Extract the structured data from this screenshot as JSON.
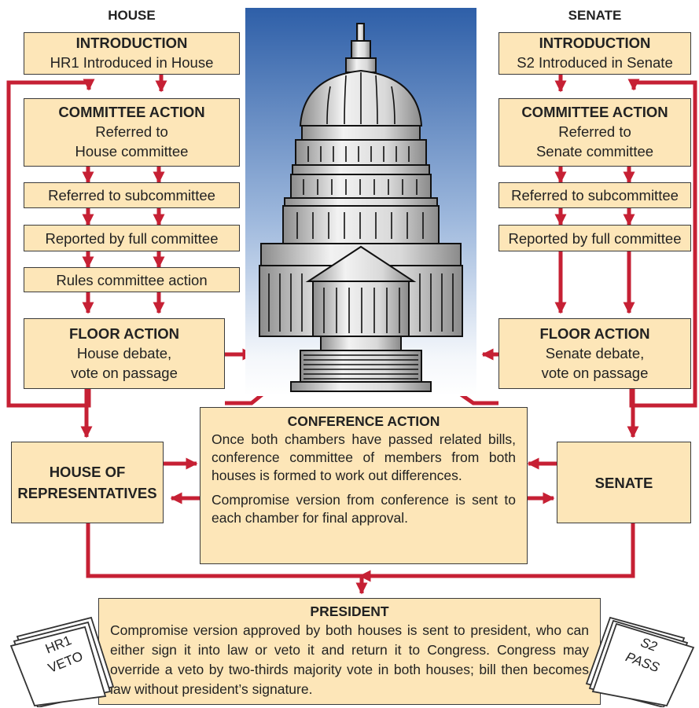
{
  "house_heading": "HOUSE",
  "senate_heading": "SENATE",
  "house": {
    "introduction": {
      "title": "INTRODUCTION",
      "text": "HR1 Introduced in House"
    },
    "committee": {
      "title": "COMMITTEE ACTION",
      "line1": "Referred to",
      "line2": "House committee"
    },
    "subcommittee": "Referred to subcommittee",
    "reported": "Reported by full committee",
    "rules": "Rules committee action",
    "floor": {
      "title": "FLOOR ACTION",
      "line1": "House debate,",
      "line2": "vote on passage"
    },
    "chamber": {
      "line1": "HOUSE OF",
      "line2": "REPRESENTATIVES"
    }
  },
  "senate": {
    "introduction": {
      "title": "INTRODUCTION",
      "text": "S2 Introduced in Senate"
    },
    "committee": {
      "title": "COMMITTEE ACTION",
      "line1": "Referred to",
      "line2": "Senate committee"
    },
    "subcommittee": "Referred to subcommittee",
    "reported": "Reported by full committee",
    "floor": {
      "title": "FLOOR ACTION",
      "line1": "Senate debate,",
      "line2": "vote on passage"
    },
    "chamber": "SENATE"
  },
  "conference": {
    "title": "CONFERENCE ACTION",
    "para1": "Once both chambers have passed related bills, conference committee of members from both houses is formed to work out differences.",
    "para2": "Compromise version from conference is sent to each chamber for final approval."
  },
  "president": {
    "title": "PRESIDENT",
    "text": "Compromise version approved by both houses is sent to president, who can either sign it into law or veto it and return it to Congress. Congress may override a veto by two-thirds majority vote in both houses; bill then becomes law without president’s signature."
  },
  "papers": {
    "left": {
      "line1": "HR1",
      "line2": "VETO"
    },
    "right": {
      "line1": "S2",
      "line2": "PASS"
    }
  },
  "colors": {
    "box": "#fde6b8",
    "arrow": "#c62034",
    "sky_top": "#2e5fa8",
    "sky_bottom": "#f4f7fb"
  },
  "icons": {
    "capitol": "capitol-building-icon",
    "paper_stack": "document-stack-icon"
  }
}
